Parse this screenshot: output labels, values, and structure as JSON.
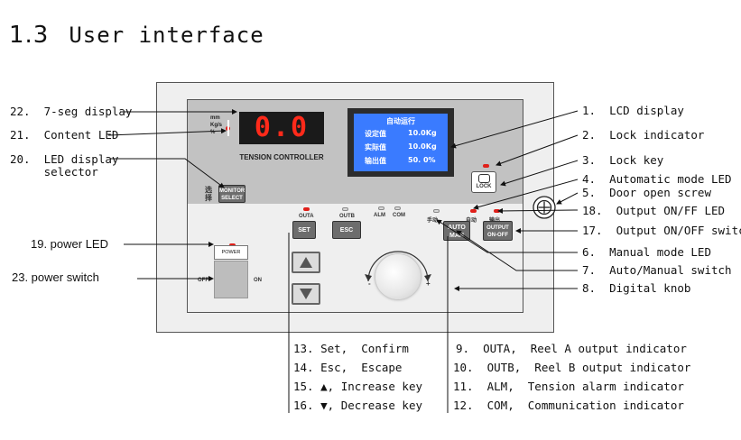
{
  "section": {
    "number": "1.3",
    "title": "User interface"
  },
  "device": {
    "seg_value": "0.0",
    "controller_name": "TENSION CONTROLLER",
    "units": [
      "mm",
      "Kg/s",
      "%"
    ],
    "monitor_select": [
      "MONITOR",
      "SELECT"
    ],
    "select_chinese": [
      "选",
      "择"
    ],
    "lcd": {
      "header": "自动运行",
      "rows": [
        {
          "label": "设定值",
          "value": "10.0Kg"
        },
        {
          "label": "实际值",
          "value": "10.0Kg"
        },
        {
          "label": "输出值",
          "value": "50. 0%"
        }
      ]
    },
    "leds": {
      "outa": "OUTA",
      "outb": "OUTB",
      "alm": "ALM",
      "com": "COM",
      "manual": "手动",
      "auto": "自动",
      "output": "输出"
    },
    "buttons": {
      "set": "SET",
      "esc": "ESC",
      "auto_man": [
        "AUTO",
        "MAN"
      ],
      "output_onoff": [
        "OUTPUT",
        "ON-OFF"
      ],
      "lock": "LOCK"
    },
    "power": {
      "label": "POWER",
      "off": "OFF",
      "on": "ON"
    },
    "knob": {
      "minus": "-",
      "plus": "+"
    }
  },
  "callouts_right": [
    "1.  LCD display",
    "2.  Lock indicator",
    "3.  Lock key",
    "4.  Automatic mode LED",
    "5.  Door open screw",
    "18.  Output ON/FF LED",
    "17.  Output ON/OFF switch",
    "6.  Manual mode LED",
    "7.  Auto/Manual switch",
    "8.  Digital knob"
  ],
  "callouts_left": [
    "22.  7-seg display",
    "21.  Content LED",
    "20.  LED display\n     selector",
    "19.  power LED",
    "23. power switch"
  ],
  "legend_bottom_left": [
    {
      "num": "13.",
      "icon": "",
      "text": "Set,  Confirm"
    },
    {
      "num": "14.",
      "icon": "",
      "text": "Esc,  Escape"
    },
    {
      "num": "15.",
      "icon": "▲",
      "text": "Increase key"
    },
    {
      "num": "16.",
      "icon": "▼",
      "text": "Decrease key"
    }
  ],
  "legend_bottom_right": [
    "9.  OUTA,  Reel A output indicator",
    "10.  OUTB,  Reel B output indicator",
    "11.  ALM,  Tension alarm indicator",
    "12.  COM,  Communication indicator"
  ]
}
